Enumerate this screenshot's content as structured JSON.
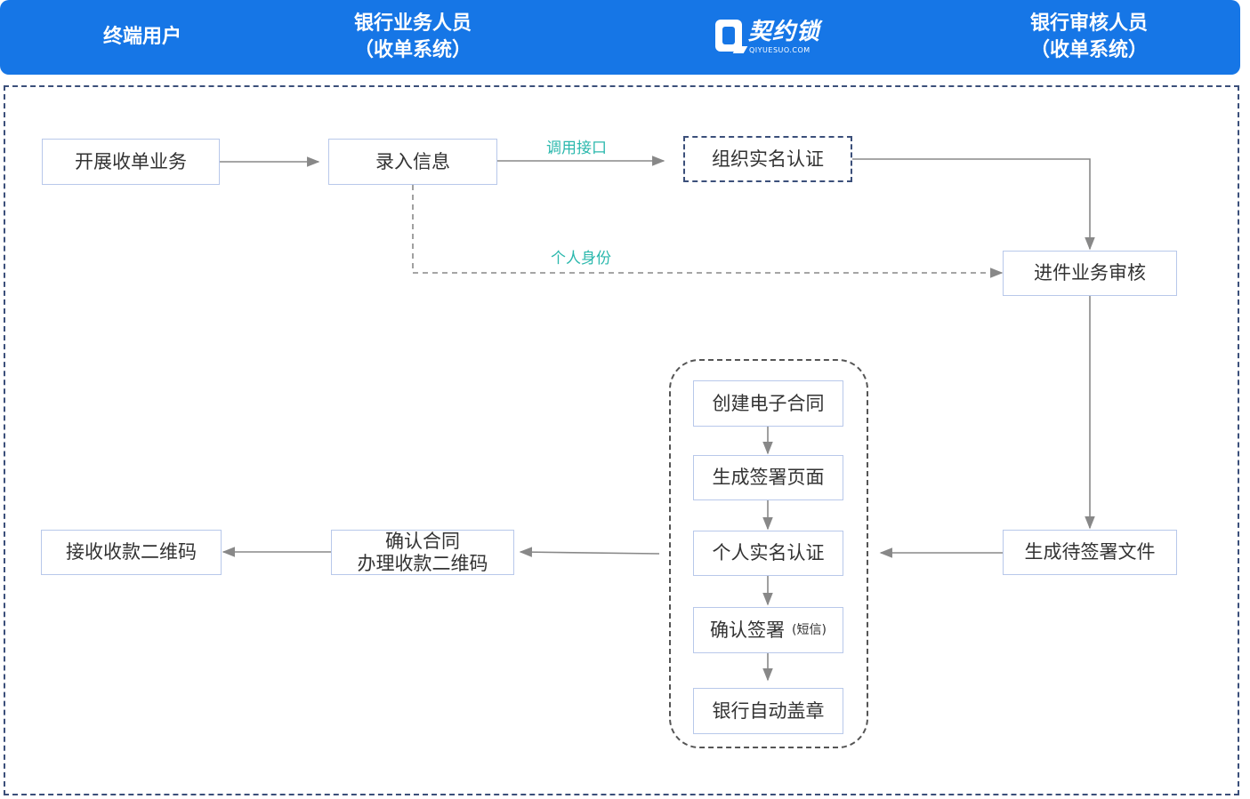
{
  "lanes": {
    "end_user": "终端用户",
    "bank_staff": "银行业务人员\n（收单系统）",
    "bank_reviewer": "银行审核人员\n（收单系统）"
  },
  "logo": {
    "name": "契约锁",
    "sub": "QIYUESUO.COM"
  },
  "nodes": {
    "start_acquiring": "开展收单业务",
    "enter_info": "录入信息",
    "org_auth": "组织实名认证",
    "review": "进件业务审核",
    "gen_file": "生成待签署文件",
    "create_contract": "创建电子合同",
    "gen_sign_page": "生成签署页面",
    "personal_auth": "个人实名认证",
    "confirm_sign": "确认签署",
    "confirm_sign_note": "(短信)",
    "bank_seal": "银行自动盖章",
    "confirm_contract": "确认合同\n办理收款二维码",
    "receive_qr": "接收收款二维码"
  },
  "edge_labels": {
    "api_call": "调用接口",
    "personal_identity": "个人身份"
  },
  "colors": {
    "header_bg": "#1676e6",
    "box_border": "#b8c8ea",
    "edge_label": "#2bb8ad",
    "arrow": "#888888"
  }
}
